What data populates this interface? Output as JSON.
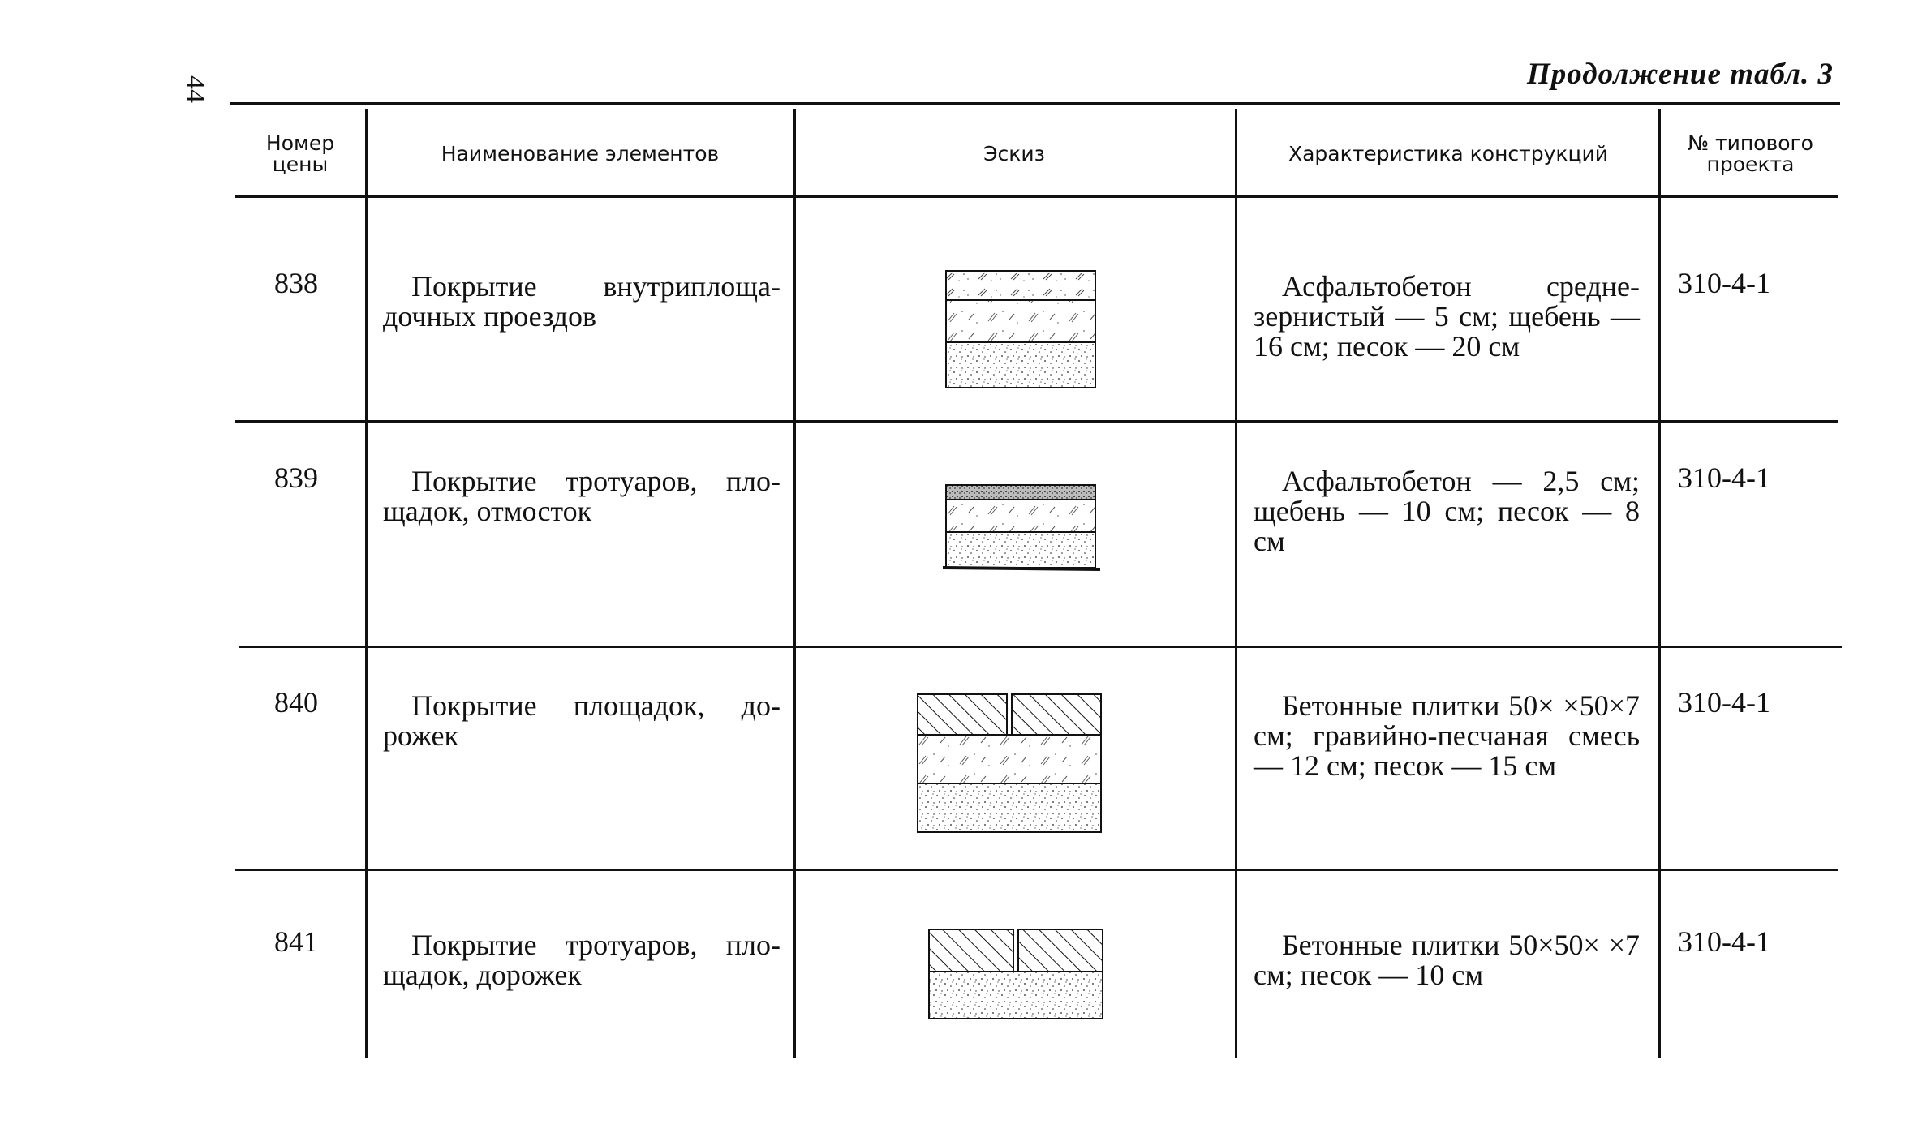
{
  "page_number": "44",
  "continuation_caption": "Продолжение табл. 3",
  "headers": {
    "price_number": "Номер\nцены",
    "element_name": "Наименование элементов",
    "sketch": "Эскиз",
    "characteristic": "Характеристика конструкций",
    "project_number": "№ типового\nпроекта"
  },
  "rows": [
    {
      "number": "838",
      "name": "Покрытие внутриплоща­дочных проездов",
      "characteristic": "Асфальтобетон средне­зернистый — 5 см; ще­бень — 16 см; песок — 20 см",
      "project": "310-4-1",
      "sketch_layers": [
        "asphalt",
        "gravel",
        "sand"
      ]
    },
    {
      "number": "839",
      "name": "Покрытие тротуаров, пло­щадок, отмосток",
      "characteristic": "Асфальтобетон — 2,5 см; щебень — 10 см; песок — 8 см",
      "project": "310-4-1",
      "sketch_layers": [
        "asphalt",
        "gravel",
        "sand"
      ]
    },
    {
      "number": "840",
      "name": "Покрытие площадок, до­рожек",
      "characteristic": "Бетонные плитки 50× ×50×7 см; гравийно-пес­чаная смесь — 12 см; пе­сок — 15 см",
      "project": "310-4-1",
      "sketch_layers": [
        "concrete-tiles",
        "gravel-sand-mix",
        "sand"
      ]
    },
    {
      "number": "841",
      "name": "Покрытие тротуаров, пло­щадок, дорожек",
      "characteristic": "Бетонные плитки 50×50× ×7 см; песок — 10 см",
      "project": "310-4-1",
      "sketch_layers": [
        "concrete-tiles",
        "sand"
      ]
    }
  ]
}
